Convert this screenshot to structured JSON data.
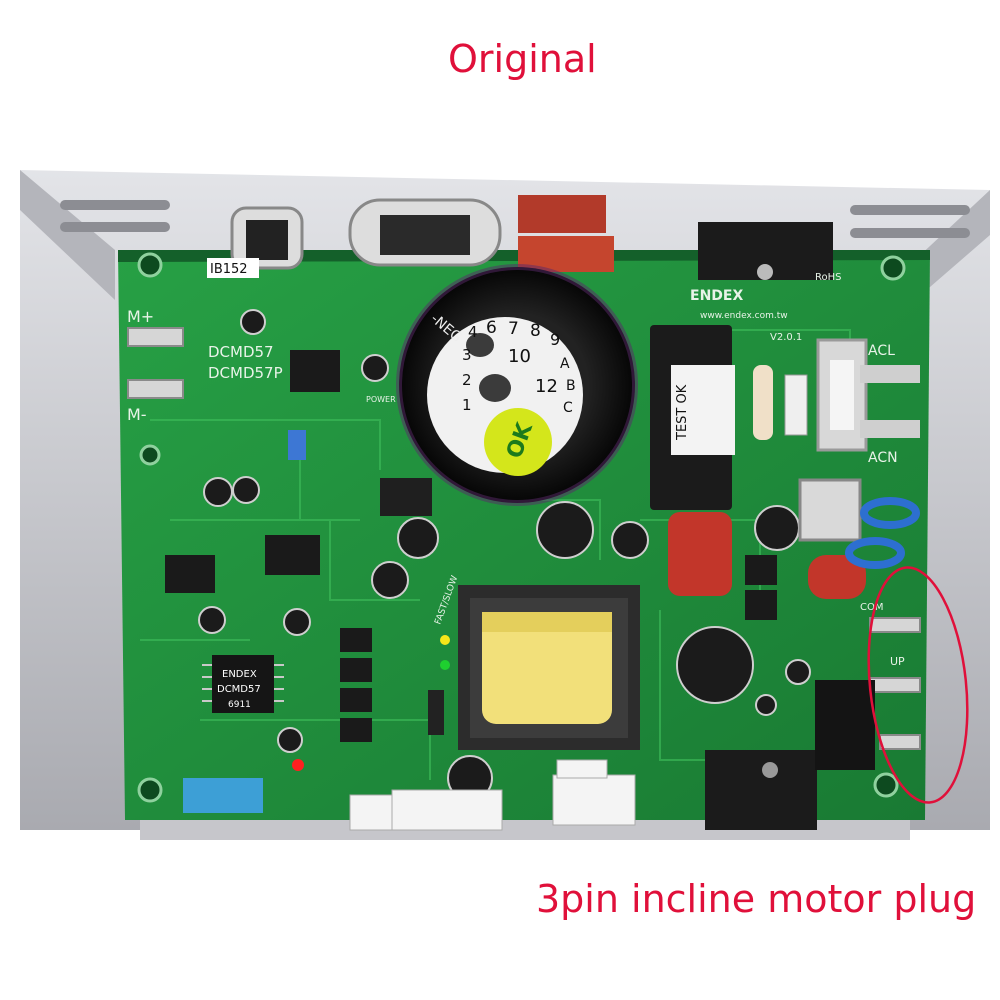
{
  "captions": {
    "title": "Original",
    "bottom_label": "3pin incline motor plug"
  },
  "board_labels": {
    "model_sticker": "IB152",
    "brand": "ENDEX",
    "website": "www.endex.com.tw",
    "version": "V2.0.1",
    "variant_a": "DCMD57",
    "variant_b": "DCMD57P",
    "motor_plus": "M+",
    "motor_minus": "M-",
    "ac_l": "ACL",
    "ac_n": "ACN",
    "com": "COM",
    "up": "UP",
    "power": "POWER",
    "fast_slow": "FAST/SLOW",
    "test_ok": "TEST OK",
    "rohs": "RoHS",
    "chip_line1": "ENDEX",
    "chip_line2": "DCMD57",
    "chip_line3": "6911",
    "capacitor_neg": "-NEG",
    "dial_numbers": [
      "1",
      "2",
      "3",
      "4",
      "6",
      "7",
      "8",
      "9",
      "A",
      "B",
      "C",
      "10",
      "12"
    ],
    "ok_sticker": "OK"
  },
  "colors": {
    "caption": "#e0103a",
    "board": "#1f8a3a",
    "board_dark": "#14602a",
    "heatsink": "#c9c9cd",
    "highlight_ellipse": "#e0103a"
  }
}
